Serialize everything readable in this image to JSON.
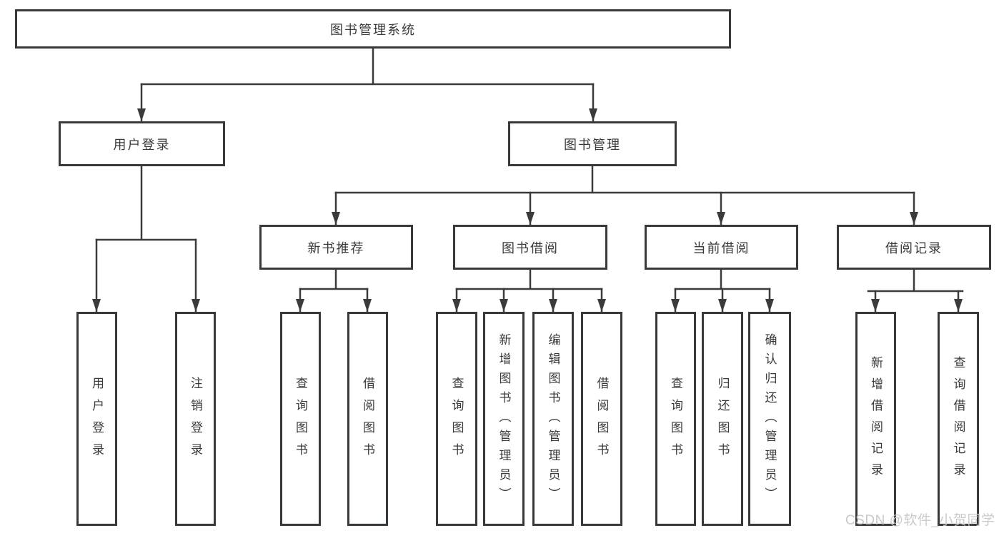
{
  "diagram_title": "图书管理系统",
  "colors": {
    "background": "#ffffff",
    "line": "#3b3b3b",
    "box_border": "#373a3d",
    "text": "#3a3a3a",
    "watermark": "#c8c8c8"
  },
  "tree": {
    "root": {
      "label": "图书管理系统"
    },
    "level2": [
      {
        "label": "用户登录",
        "children": [
          {
            "label": "用户登录"
          },
          {
            "label": "注销登录"
          }
        ]
      },
      {
        "label": "图书管理",
        "children": [
          {
            "label": "新书推荐",
            "children": [
              {
                "label": "查询图书"
              },
              {
                "label": "借阅图书"
              }
            ]
          },
          {
            "label": "图书借阅",
            "children": [
              {
                "label": "查询图书"
              },
              {
                "label": "新增图书（管理员）"
              },
              {
                "label": "编辑图书（管理员）"
              },
              {
                "label": "借阅图书"
              }
            ]
          },
          {
            "label": "当前借阅",
            "children": [
              {
                "label": "查询图书"
              },
              {
                "label": "归还图书"
              },
              {
                "label": "确认归还（管理员）"
              }
            ]
          },
          {
            "label": "借阅记录",
            "children": [
              {
                "label": "新增借阅记录"
              },
              {
                "label": "查询借阅记录"
              }
            ]
          }
        ]
      }
    ]
  },
  "watermark": {
    "text": "CSDN @软件_小贺同学"
  }
}
